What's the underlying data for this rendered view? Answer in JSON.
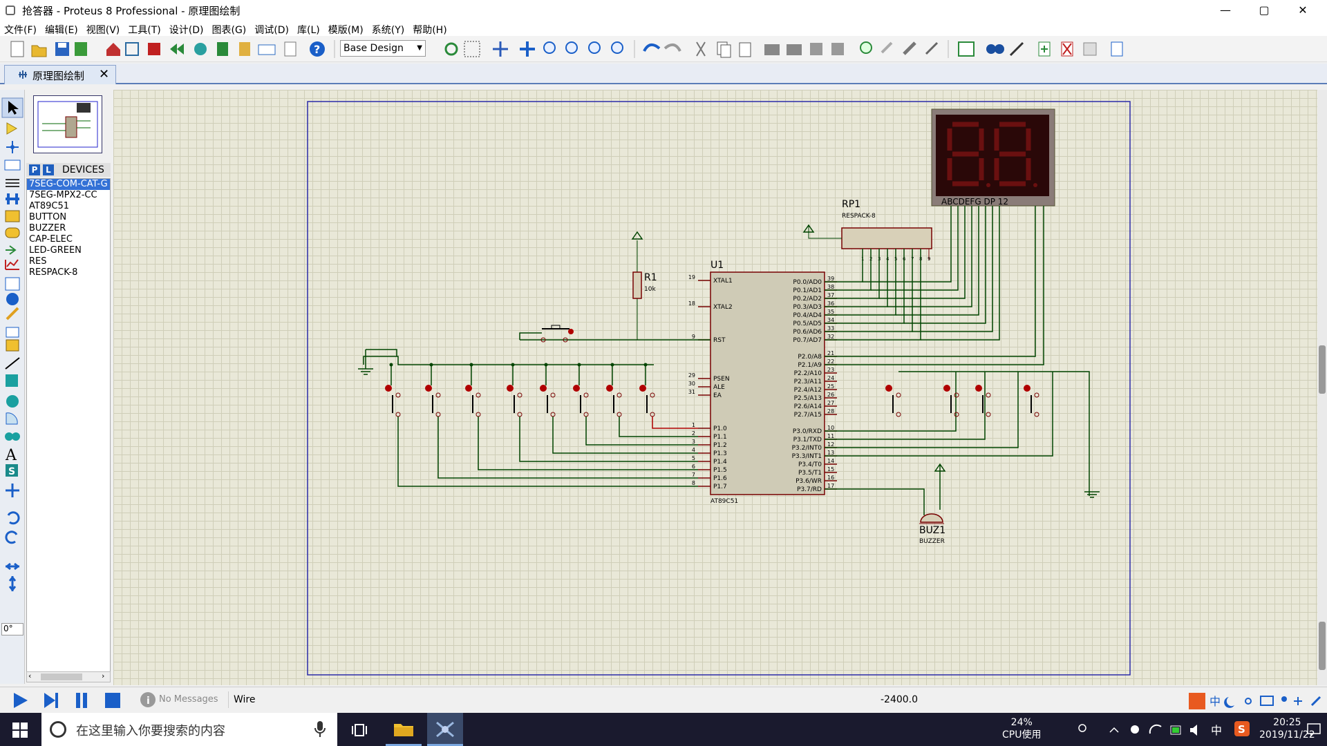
{
  "window": {
    "title": "抢答器 - Proteus 8 Professional - 原理图绘制",
    "minimize": "—",
    "maximize": "▢",
    "close": "✕"
  },
  "menu": [
    "文件(F)",
    "编辑(E)",
    "视图(V)",
    "工具(T)",
    "设计(D)",
    "图表(G)",
    "调试(D)",
    "库(L)",
    "模版(M)",
    "系统(Y)",
    "帮助(H)"
  ],
  "toolbar": {
    "design_select": "Base Design",
    "colors": {
      "blue": "#1f5fbf",
      "green": "#2a8a2a",
      "red": "#c0202a",
      "gold": "#d6a11c",
      "gray": "#8a8a8a"
    }
  },
  "tab": {
    "label": "原理图绘制",
    "close": "✕"
  },
  "device_panel": {
    "p_button": "P",
    "l_button": "L",
    "header": "DEVICES",
    "items": [
      "7SEG-COM-CAT-G",
      "7SEG-MPX2-CC",
      "AT89C51",
      "BUTTON",
      "BUZZER",
      "CAP-ELEC",
      "LED-GREEN",
      "RES",
      "RESPACK-8"
    ],
    "selected_index": 0,
    "rotation": "0°"
  },
  "schematic": {
    "u1": {
      "ref": "U1",
      "part": "AT89C51",
      "left_pins": [
        {
          "num": "19",
          "name": "XTAL1"
        },
        {
          "num": "18",
          "name": "XTAL2"
        },
        {
          "num": "9",
          "name": "RST"
        },
        {
          "num": "29",
          "name": "PSEN"
        },
        {
          "num": "30",
          "name": "ALE"
        },
        {
          "num": "31",
          "name": "EA"
        },
        {
          "num": "1",
          "name": "P1.0"
        },
        {
          "num": "2",
          "name": "P1.1"
        },
        {
          "num": "3",
          "name": "P1.2"
        },
        {
          "num": "4",
          "name": "P1.3"
        },
        {
          "num": "5",
          "name": "P1.4"
        },
        {
          "num": "6",
          "name": "P1.5"
        },
        {
          "num": "7",
          "name": "P1.6"
        },
        {
          "num": "8",
          "name": "P1.7"
        }
      ],
      "right_pins": [
        {
          "num": "39",
          "name": "P0.0/AD0"
        },
        {
          "num": "38",
          "name": "P0.1/AD1"
        },
        {
          "num": "37",
          "name": "P0.2/AD2"
        },
        {
          "num": "36",
          "name": "P0.3/AD3"
        },
        {
          "num": "35",
          "name": "P0.4/AD4"
        },
        {
          "num": "34",
          "name": "P0.5/AD5"
        },
        {
          "num": "33",
          "name": "P0.6/AD6"
        },
        {
          "num": "32",
          "name": "P0.7/AD7"
        },
        {
          "num": "21",
          "name": "P2.0/A8"
        },
        {
          "num": "22",
          "name": "P2.1/A9"
        },
        {
          "num": "23",
          "name": "P2.2/A10"
        },
        {
          "num": "24",
          "name": "P2.3/A11"
        },
        {
          "num": "25",
          "name": "P2.4/A12"
        },
        {
          "num": "26",
          "name": "P2.5/A13"
        },
        {
          "num": "27",
          "name": "P2.6/A14"
        },
        {
          "num": "28",
          "name": "P2.7/A15"
        },
        {
          "num": "10",
          "name": "P3.0/RXD"
        },
        {
          "num": "11",
          "name": "P3.1/TXD"
        },
        {
          "num": "12",
          "name": "P3.2/INT0"
        },
        {
          "num": "13",
          "name": "P3.3/INT1"
        },
        {
          "num": "14",
          "name": "P3.4/T0"
        },
        {
          "num": "15",
          "name": "P3.5/T1"
        },
        {
          "num": "16",
          "name": "P3.6/WR"
        },
        {
          "num": "17",
          "name": "P3.7/RD"
        }
      ]
    },
    "r1": {
      "ref": "R1",
      "value": "10k"
    },
    "rp1": {
      "ref": "RP1",
      "part": "RESPACK-8",
      "pins": [
        "1",
        "2",
        "3",
        "4",
        "5",
        "6",
        "7",
        "8",
        "9"
      ]
    },
    "buz1": {
      "ref": "BUZ1",
      "part": "BUZZER"
    },
    "display": {
      "pins_label": "ABCDEFG  DP     12",
      "digits": "8.8."
    }
  },
  "status": {
    "messages": "No Messages",
    "mode": "Wire",
    "coord": "-2400.0"
  },
  "taskbar": {
    "search_placeholder": "在这里输入你要搜索的内容",
    "cpu_percent": "24%",
    "cpu_label": "CPU使用",
    "ime": "中",
    "time": "20:25",
    "date": "2019/11/22"
  }
}
